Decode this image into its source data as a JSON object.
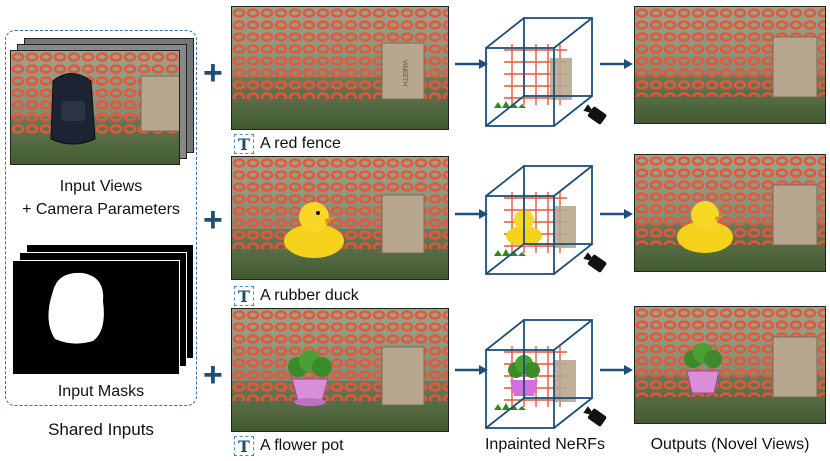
{
  "shared": {
    "views_label_1": "Input Views",
    "views_label_2": "+ Camera Parameters",
    "masks_label": "Input Masks",
    "title": "Shared Inputs"
  },
  "rows": [
    {
      "caption": "A red fence"
    },
    {
      "caption": "A rubber duck"
    },
    {
      "caption": "A flower pot"
    }
  ],
  "columns": {
    "nerf_label": "Inpainted NeRFs",
    "outputs_label": "Outputs (Novel Views)"
  },
  "text_icon_glyph": "T",
  "plus_glyph": "+",
  "box_label": "VINEETH",
  "colors": {
    "accent": "#1f4e79",
    "fence": "#e8563a",
    "grass": "#4f6b36",
    "cube": "#1f4e79"
  }
}
